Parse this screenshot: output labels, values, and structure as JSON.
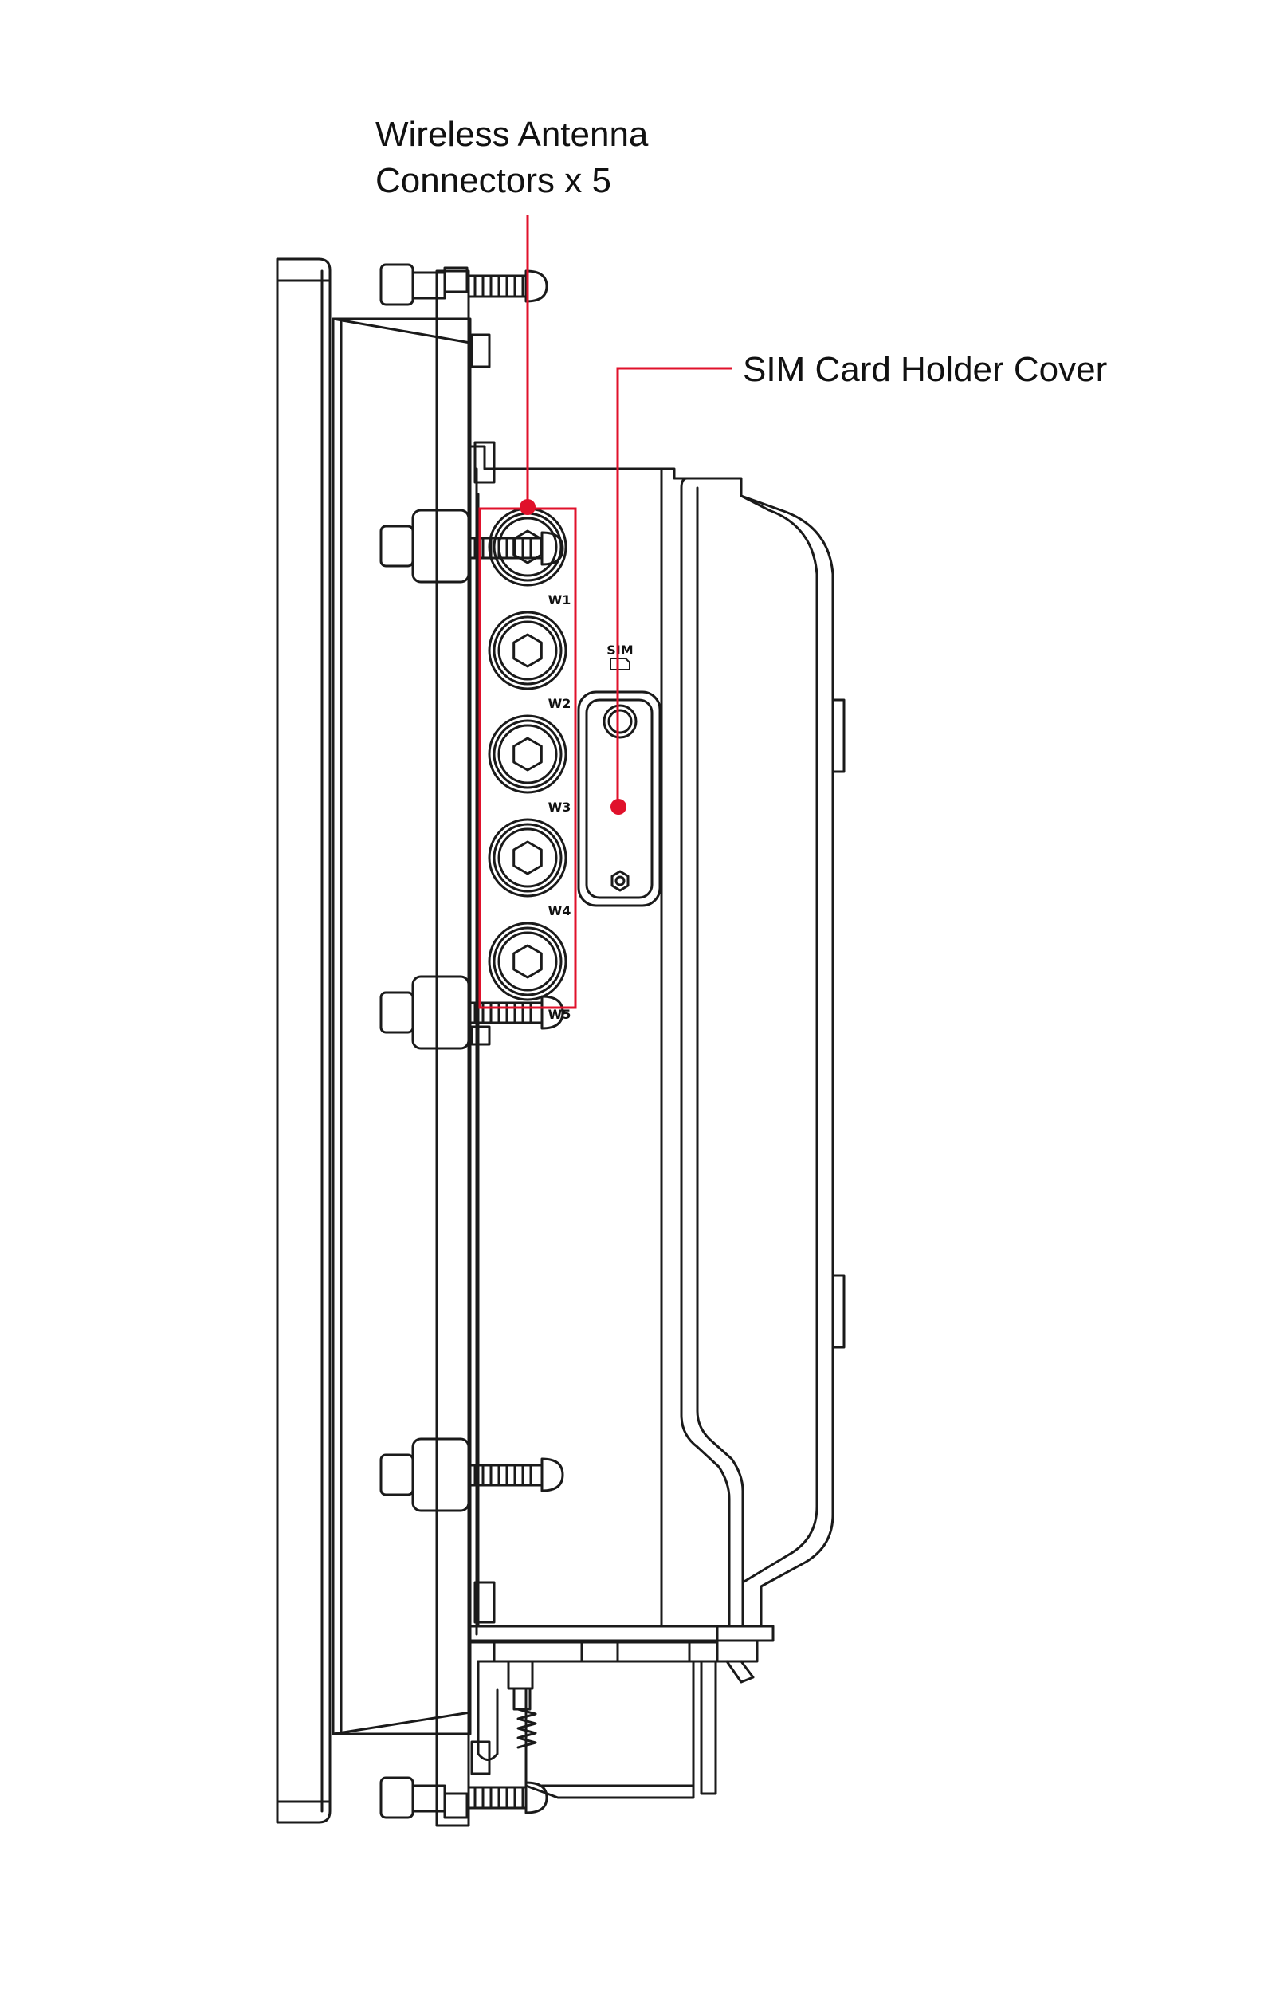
{
  "callouts": {
    "antenna": {
      "line1": "Wireless Antenna",
      "line2": "Connectors x 5"
    },
    "sim_cover": {
      "label": "SIM Card Holder Cover"
    }
  },
  "port_labels": [
    "W1",
    "W2",
    "W3",
    "W4",
    "W5"
  ],
  "sim_mark": "SIM",
  "colors": {
    "callout": "#e0112b",
    "outline": "#1a1a1a",
    "background": "#ffffff"
  }
}
